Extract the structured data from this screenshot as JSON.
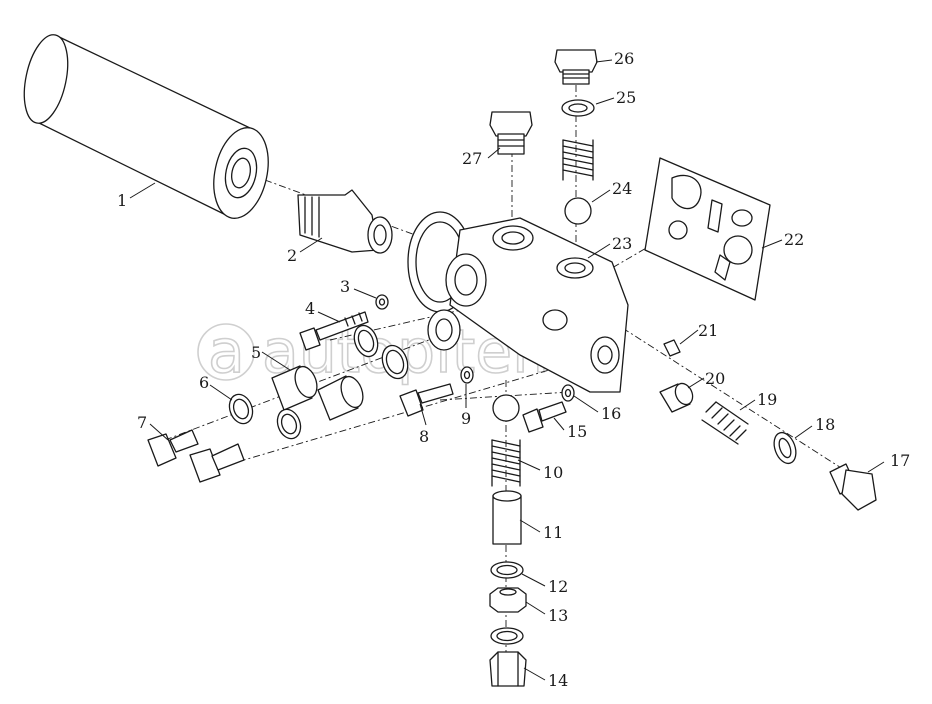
{
  "diagram": {
    "watermark": "autopiter.ru",
    "parts": [
      {
        "id": "1"
      },
      {
        "id": "2"
      },
      {
        "id": "3"
      },
      {
        "id": "4"
      },
      {
        "id": "5"
      },
      {
        "id": "6"
      },
      {
        "id": "7"
      },
      {
        "id": "8"
      },
      {
        "id": "9"
      },
      {
        "id": "10"
      },
      {
        "id": "11"
      },
      {
        "id": "12"
      },
      {
        "id": "13"
      },
      {
        "id": "14"
      },
      {
        "id": "15"
      },
      {
        "id": "16"
      },
      {
        "id": "17"
      },
      {
        "id": "18"
      },
      {
        "id": "19"
      },
      {
        "id": "20"
      },
      {
        "id": "21"
      },
      {
        "id": "22"
      },
      {
        "id": "23"
      },
      {
        "id": "24"
      },
      {
        "id": "25"
      },
      {
        "id": "26"
      },
      {
        "id": "27"
      }
    ]
  }
}
